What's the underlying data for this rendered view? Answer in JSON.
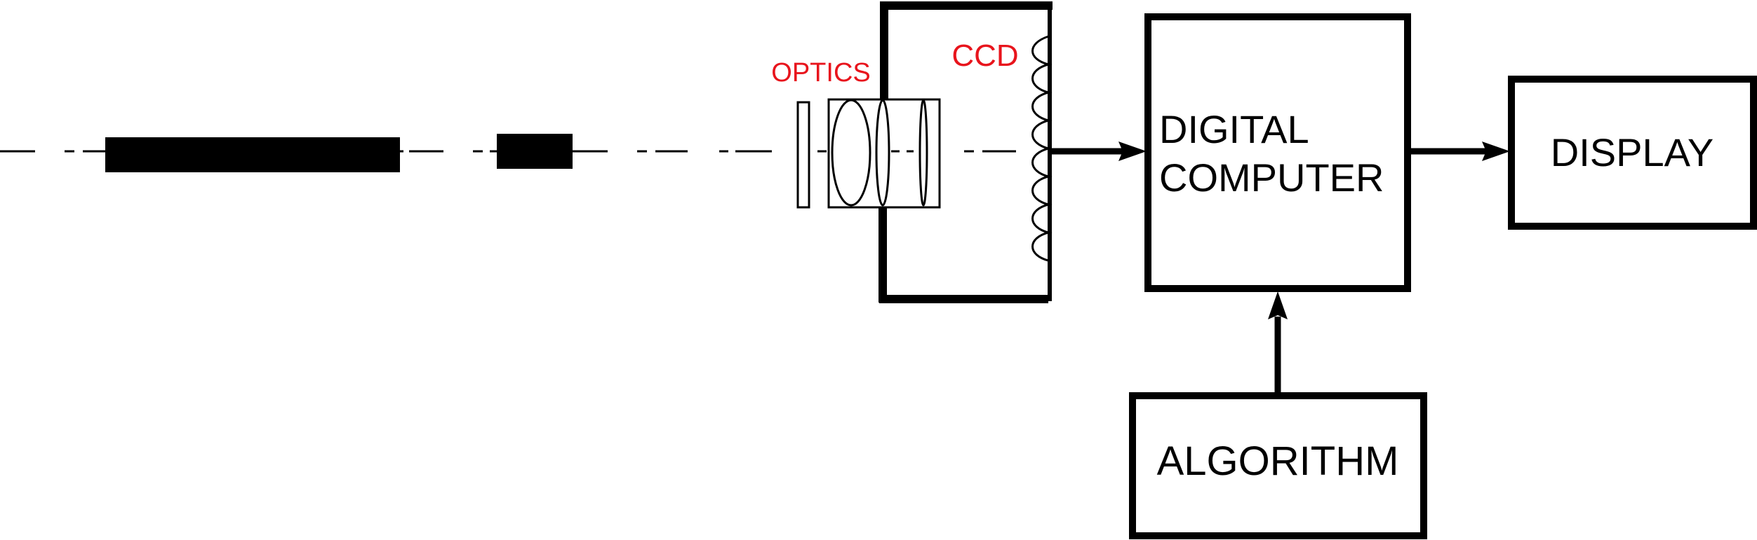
{
  "labels": {
    "optics": "OPTICS",
    "ccd": "CCD",
    "digital_computer_line1": "DIGITAL",
    "digital_computer_line2": "COMPUTER",
    "display": "DISPLAY",
    "algorithm": "ALGORITHM"
  },
  "colors": {
    "ink": "#000000",
    "label_accent": "#e8141c",
    "background": "#ffffff"
  }
}
